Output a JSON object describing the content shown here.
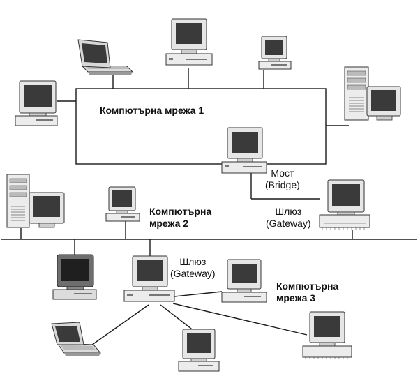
{
  "labels": {
    "net1": "Компютърна мрежа 1",
    "bridge": [
      "Мост",
      "(Bridge)"
    ],
    "gateway1": [
      "Шлюз",
      "(Gateway)"
    ],
    "net2": [
      "Компютърна",
      "мрежа 2"
    ],
    "gateway2": [
      "Шлюз",
      "(Gateway)"
    ],
    "net3": [
      "Компютърна",
      "мрежа 3"
    ]
  },
  "colors": {
    "line": "#1a1a1a",
    "screen": "#3a3a3a",
    "case": "#ececec",
    "dark_monitor": "#6e6e6e"
  },
  "devices": [
    {
      "name": "laptop-icon",
      "network": "1"
    },
    {
      "name": "monitor-icon",
      "network": "1"
    },
    {
      "name": "monitor-icon",
      "network": "1"
    },
    {
      "name": "desktop-computer-icon",
      "network": "1"
    },
    {
      "name": "tower-computer-icon",
      "network": "1"
    },
    {
      "name": "bridge-computer-icon",
      "network": "1-2"
    },
    {
      "name": "gateway-computer-icon",
      "network": "1-external"
    },
    {
      "name": "tower-computer-icon",
      "network": "2"
    },
    {
      "name": "desktop-computer-icon",
      "network": "2"
    },
    {
      "name": "dark-monitor-icon",
      "network": "2"
    },
    {
      "name": "gateway-computer-icon",
      "network": "2-3"
    },
    {
      "name": "desktop-computer-icon",
      "network": "3"
    },
    {
      "name": "laptop-icon",
      "network": "3"
    },
    {
      "name": "desktop-computer-icon",
      "network": "3"
    },
    {
      "name": "monitor-icon",
      "network": "3"
    }
  ]
}
